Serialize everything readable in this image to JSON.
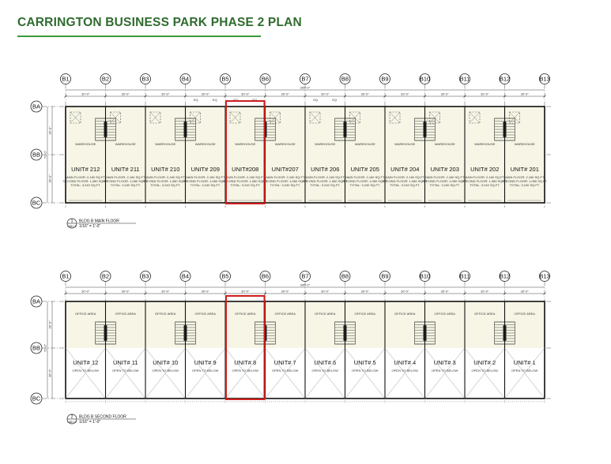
{
  "title": "CARRINGTON BUSINESS PARK PHASE 2 PLAN",
  "colors": {
    "title": "#2f6b2f",
    "rule": "#3a9a3a",
    "floor_fill": "#f7f6e6",
    "highlight": "#d01e1e"
  },
  "grid_columns": [
    "B1",
    "B2",
    "B3",
    "B4",
    "B5",
    "B6",
    "B7",
    "B8",
    "B9",
    "B10",
    "B11",
    "B12",
    "B13"
  ],
  "grid_rows": [
    "BA",
    "BB",
    "BC"
  ],
  "overall_dim": "395'-0\"",
  "bay_dim": "30'-0\"",
  "eq_label": "EQ",
  "row_dims": [
    "36'-0\"",
    "36'-0\"",
    "72'-0\""
  ],
  "main_floor": {
    "units": [
      "UNIT# 212",
      "UNIT# 211",
      "UNIT# 210",
      "UNIT# 209",
      "UNIT#208",
      "UNIT#207",
      "UNIT# 206",
      "UNIT# 205",
      "UNIT# 204",
      "UNIT# 203",
      "UNIT# 202",
      "UNIT# 201"
    ],
    "highlighted_index": 4,
    "room_label": "WAREHOUSE",
    "area_lines": [
      "MAIN FLOOR: 2,160 SQ.FT.",
      "SECOND FLOOR: 1,080 SQ.FT.",
      "TOTAL: 3,240 SQ.FT."
    ],
    "caption_num": "1",
    "caption_title": "BLDG B MAIN FLOOR",
    "caption_sheet": "MB1.0",
    "caption_scale": "1/16\" = 1'-0\""
  },
  "second_floor": {
    "units": [
      "UNIT# 12",
      "UNIT# 11",
      "UNIT# 10",
      "UNIT# 9",
      "UNIT# 8",
      "UNIT# 7",
      "UNIT# 6",
      "UNIT# 5",
      "UNIT# 4",
      "UNIT# 3",
      "UNIT# 2",
      "UNIT# 1"
    ],
    "highlighted_index": 4,
    "room_label": "OFFICE AREA",
    "open_label": "OPEN TO BELOW",
    "caption_num": "2",
    "caption_title": "BLDG B SECOND FLOOR",
    "caption_sheet": "MB1.0",
    "caption_scale": "1/16\" = 1'-0\""
  }
}
